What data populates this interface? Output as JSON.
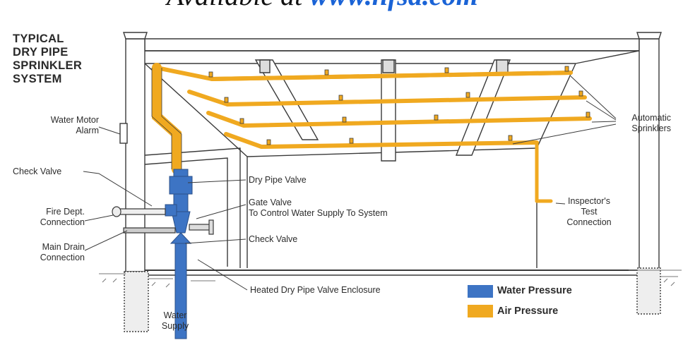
{
  "banner": {
    "prefix": "Available at ",
    "link": "www.nfsa.com"
  },
  "title": [
    "TYPICAL",
    "DRY PIPE",
    "SPRINKLER",
    "SYSTEM"
  ],
  "labels": {
    "water_motor_alarm": [
      "Water Motor",
      "Alarm"
    ],
    "check_valve_left": "Check Valve",
    "fire_dept_connection": [
      "Fire Dept.",
      "Connection"
    ],
    "main_drain_connection": [
      "Main Drain",
      "Connection"
    ],
    "water_supply": [
      "Water",
      "Supply"
    ],
    "dry_pipe_valve": "Dry Pipe Valve",
    "gate_valve": [
      "Gate Valve",
      "To Control Water Supply To System"
    ],
    "check_valve_center": "Check Valve",
    "heated_enclosure": "Heated Dry Pipe Valve Enclosure",
    "automatic_sprinklers": [
      "Automatic",
      "Sprinklers"
    ],
    "inspectors_test": [
      "Inspector's",
      "Test",
      "Connection"
    ]
  },
  "legend": [
    {
      "label": "Water Pressure",
      "color": "#3d74c4"
    },
    {
      "label": "Air Pressure",
      "color": "#f0a920"
    }
  ],
  "colors": {
    "water": "#3d74c4",
    "air": "#f0a920",
    "line": "#3a3a3a"
  }
}
